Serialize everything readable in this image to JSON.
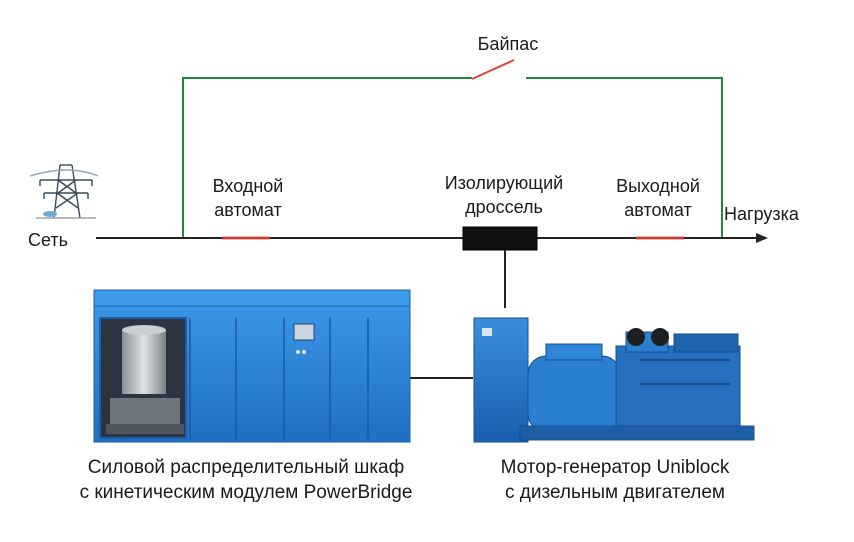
{
  "diagram": {
    "bypass_label": "Байпас",
    "grid_label": "Сеть",
    "input_breaker_label": [
      "Входной",
      "автомат"
    ],
    "choke_label": [
      "Изолирующий",
      "дроссель"
    ],
    "output_breaker_label": [
      "Выходной",
      "автомат"
    ],
    "load_label": "Нагрузка",
    "cabinet_caption": [
      "Силовой распределительный шкаф",
      "с кинетическим модулем PowerBridge"
    ],
    "generator_caption": [
      "Мотор-генератор Uniblock",
      "с дизельным двигателем"
    ]
  },
  "colors": {
    "bypass_line": "#1e8a3a",
    "main_line": "#222222",
    "breaker_mark": "#e0443a",
    "choke_fill": "#111111",
    "equipment_blue": "#2a7fd0",
    "equipment_blue_dark": "#1c5fa8"
  },
  "icons": {
    "grid": "power-tower-icon"
  }
}
